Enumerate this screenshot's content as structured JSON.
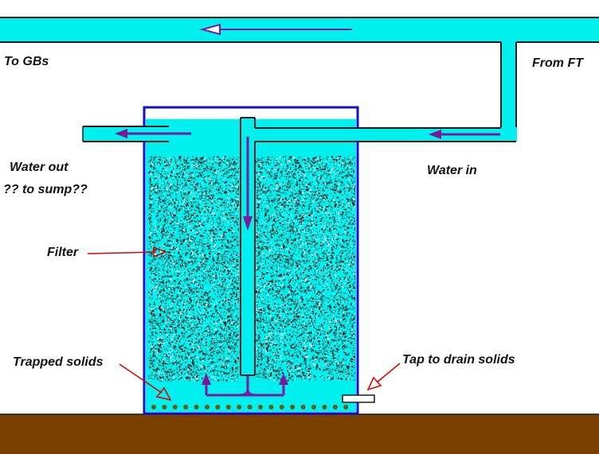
{
  "labels": {
    "to_gbs": "To GBs",
    "from_ft": "From FT",
    "water_out": "Water out",
    "to_sump": "?? to sump??",
    "water_in": "Water in",
    "filter": "Filter",
    "trapped_solids": "Trapped solids",
    "tap_to_drain": "Tap to drain solids"
  },
  "colors": {
    "water": "#00f0f0",
    "pipe_outline": "#1a1a1a",
    "tank_border": "#1010d0",
    "flow_arrow": "#7a1a9a",
    "pointer": "#e00000",
    "ground": "#7a4000",
    "solids": "#6a5a10",
    "filter_media": "#222222"
  }
}
